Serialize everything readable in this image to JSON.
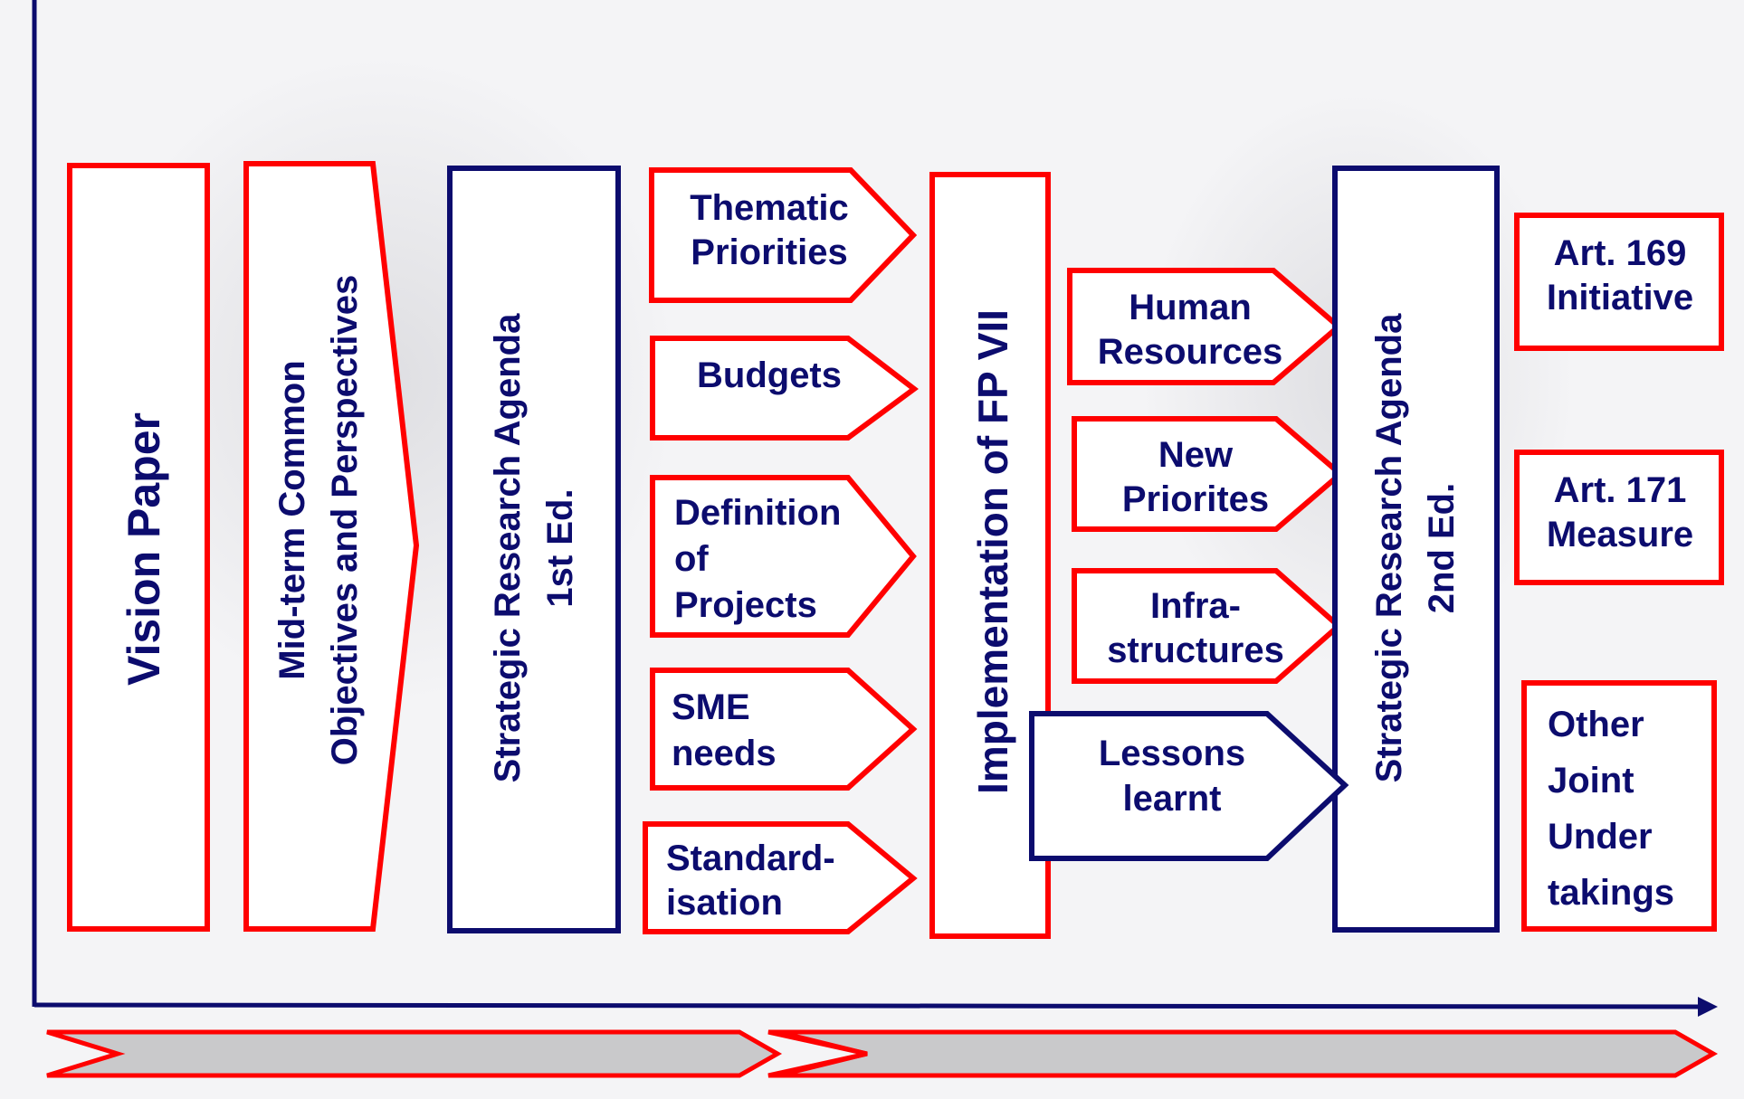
{
  "colors": {
    "red": "#ff0000",
    "navy": "#0c0c6e",
    "arrow_fill": "#c9c9cb"
  },
  "column_1": {
    "vision_paper": "Vision Paper"
  },
  "column_2": {
    "line1": "Mid-term Common",
    "line2": "Objectives and Perspectives"
  },
  "column_3": {
    "line1": "Strategic Research Agenda",
    "line2": "1st Ed."
  },
  "inputs_left": {
    "thematic": {
      "line1": "Thematic",
      "line2": "Priorities"
    },
    "budgets": {
      "line1": "Budgets"
    },
    "definition": {
      "line1": "Definition",
      "line2": "of",
      "line3": "Projects"
    },
    "sme": {
      "line1": "SME",
      "line2": "needs"
    },
    "standard": {
      "line1": "Standard-",
      "line2": "isation"
    }
  },
  "implementation": {
    "label": "Implementation of FP VII"
  },
  "inputs_right": {
    "human": {
      "line1": "Human",
      "line2": "Resources"
    },
    "new": {
      "line1": "New",
      "line2": "Priorites"
    },
    "infra": {
      "line1": "Infra-",
      "line2": "structures"
    },
    "lessons": {
      "line1": "Lessons",
      "line2": "learnt"
    }
  },
  "column_sra2": {
    "line1": "Strategic Research Agenda",
    "line2": "2nd Ed."
  },
  "outcomes": {
    "art169": {
      "line1": "Art. 169",
      "line2": "Initiative"
    },
    "art171": {
      "line1": "Art. 171",
      "line2": "Measure"
    },
    "other": {
      "line1": "Other",
      "line2": "Joint",
      "line3": "Under",
      "line4": "takings"
    }
  }
}
